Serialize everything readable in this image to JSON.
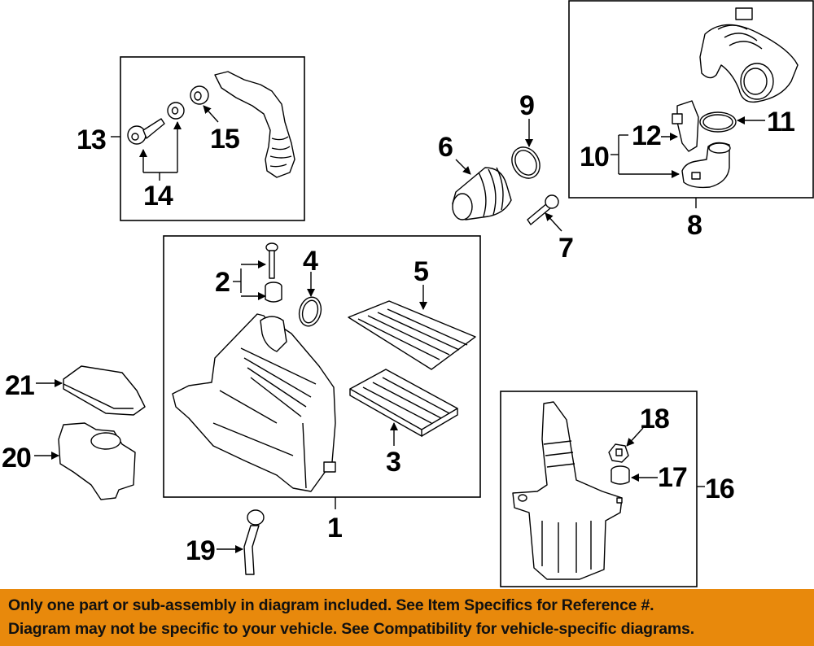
{
  "diagram": {
    "title": "Air intake system parts diagram",
    "callouts": [
      {
        "id": "1",
        "part": "air-cleaner-assembly"
      },
      {
        "id": "2",
        "part": "bolt-and-grommet"
      },
      {
        "id": "3",
        "part": "filter-element"
      },
      {
        "id": "4",
        "part": "seal-ring"
      },
      {
        "id": "5",
        "part": "upper-filter-element"
      },
      {
        "id": "6",
        "part": "inlet-duct-boot"
      },
      {
        "id": "7",
        "part": "bolt"
      },
      {
        "id": "8",
        "part": "intake-hose-assembly"
      },
      {
        "id": "9",
        "part": "clamp"
      },
      {
        "id": "10",
        "part": "elbow-and-sensor"
      },
      {
        "id": "11",
        "part": "hose-clamp"
      },
      {
        "id": "12",
        "part": "sensor"
      },
      {
        "id": "13",
        "part": "resonator-assembly"
      },
      {
        "id": "14",
        "part": "bolt-and-grommet"
      },
      {
        "id": "15",
        "part": "grommet"
      },
      {
        "id": "16",
        "part": "resonator-assembly"
      },
      {
        "id": "17",
        "part": "grommet"
      },
      {
        "id": "18",
        "part": "nut"
      },
      {
        "id": "19",
        "part": "drain-hose"
      },
      {
        "id": "20",
        "part": "resonator"
      },
      {
        "id": "21",
        "part": "cover"
      }
    ],
    "labels": {
      "l1": "1",
      "l2": "2",
      "l3": "3",
      "l4": "4",
      "l5": "5",
      "l6": "6",
      "l7": "7",
      "l8": "8",
      "l9": "9",
      "l10": "10",
      "l11": "11",
      "l12": "12",
      "l13": "13",
      "l14": "14",
      "l15": "15",
      "l16": "16",
      "l17": "17",
      "l18": "18",
      "l19": "19",
      "l20": "20",
      "l21": "21"
    }
  },
  "footer": {
    "line1": "Only one part or sub-assembly in diagram included. See Item Specifics for Reference #.",
    "line2": "Diagram may not be specific to your vehicle. See Compatibility for vehicle-specific diagrams.",
    "background": "#e8890c"
  }
}
